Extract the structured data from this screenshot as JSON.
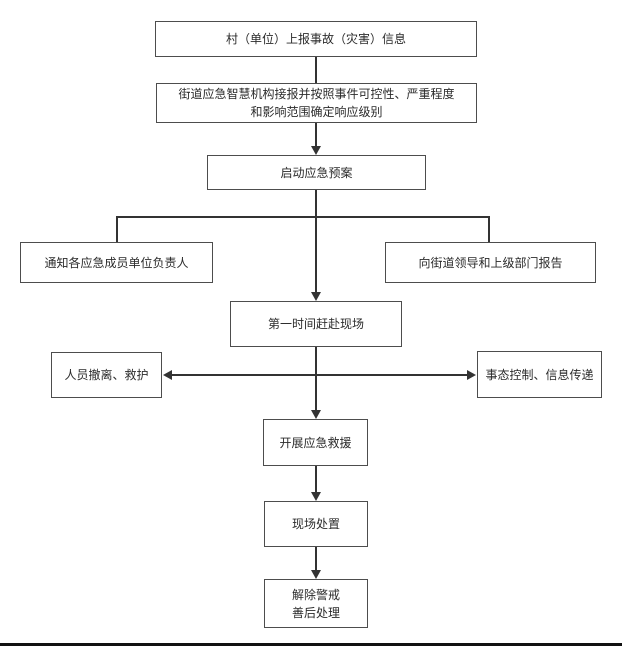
{
  "diagram": {
    "type": "flowchart",
    "language": "zh-CN",
    "colors": {
      "background": "#ffffff",
      "node_fill": "#ffffff",
      "node_border": "#4d4d4d",
      "line": "#333333",
      "text": "#2b2b2b",
      "bottom_rule": "#111111"
    },
    "nodes": {
      "report": "村（单位）上报事故（灾害）信息",
      "determine": "街道应急智慧机构接报并按照事件可控性、严重程度\n和影响范围确定响应级别",
      "activate": "启动应急预案",
      "notify": "通知各应急成员单位负责人",
      "report_up": "向街道领导和上级部门报告",
      "scene": "第一时间赶赴现场",
      "evacuate": "人员撤离、救护",
      "control": "事态控制、信息传递",
      "rescue": "开展应急救援",
      "dispose": "现场处置",
      "closing": "解除警戒\n善后处理"
    },
    "edges": [
      {
        "from": "report",
        "to": "determine",
        "arrowhead": false
      },
      {
        "from": "determine",
        "to": "activate",
        "arrowhead": true
      },
      {
        "from": "activate",
        "to": "notify",
        "arrowhead": false
      },
      {
        "from": "activate",
        "to": "report_up",
        "arrowhead": false
      },
      {
        "from": "activate",
        "to": "scene",
        "arrowhead": true
      },
      {
        "from": "scene",
        "to": "evacuate",
        "arrowhead": true
      },
      {
        "from": "scene",
        "to": "control",
        "arrowhead": true
      },
      {
        "from": "scene",
        "to": "rescue",
        "arrowhead": true
      },
      {
        "from": "rescue",
        "to": "dispose",
        "arrowhead": true
      },
      {
        "from": "dispose",
        "to": "closing",
        "arrowhead": true
      }
    ]
  }
}
